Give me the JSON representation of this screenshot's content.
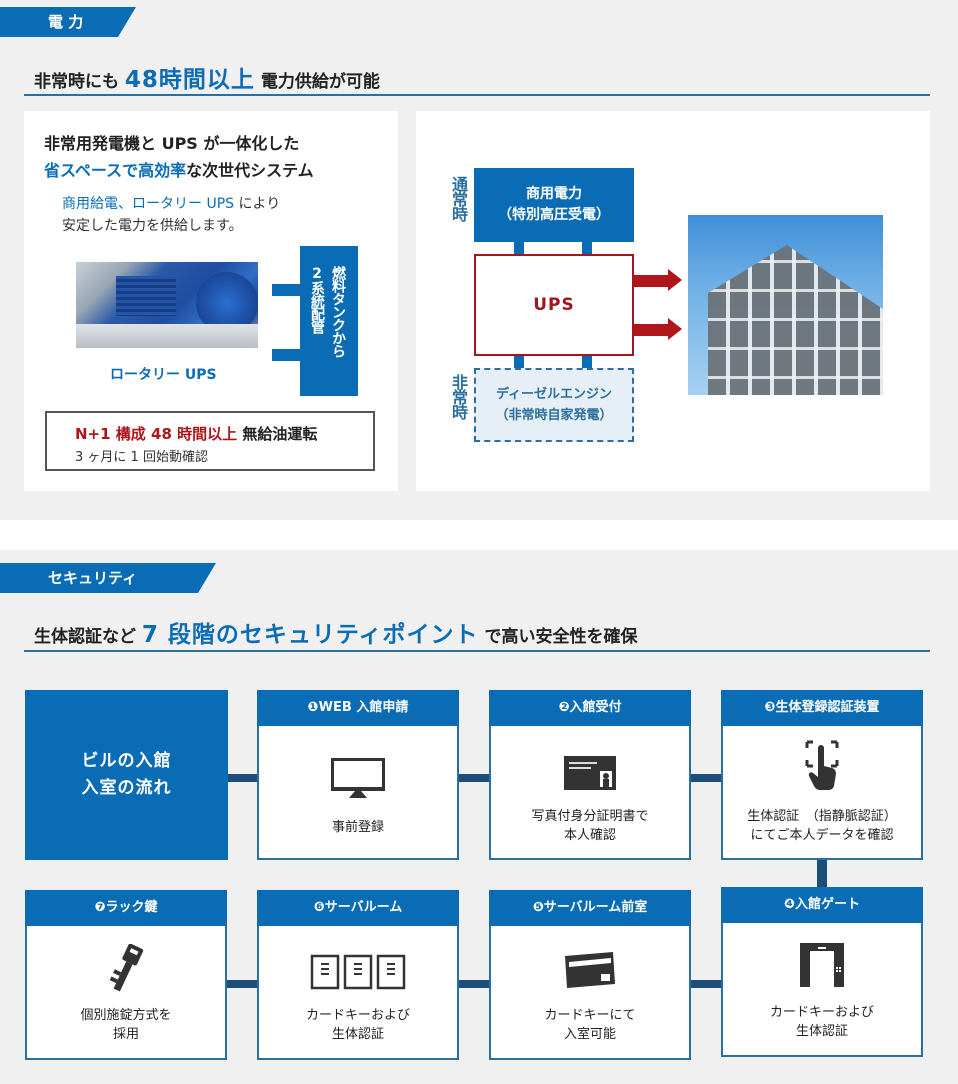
{
  "power": {
    "tab_label": "電 力",
    "headline": {
      "pre": "非常時にも ",
      "highlight": "48時間以上",
      "post": " 電力供給が可能"
    },
    "left_panel": {
      "title_line1": "非常用発電機と UPS が一体化した",
      "title_line2_blue": "省スペースで高効率",
      "title_line2_rest": "な次世代システム",
      "sub_line1_blue": "商用給電、ロータリー UPS",
      "sub_line1_rest": " により",
      "sub_line2": "安定した電力を供給します。",
      "image_caption": "ロータリー UPS",
      "fuel_col1": "燃料タンクから",
      "fuel_col2": "2系統配管",
      "note_red": "N+1 構成 48 時間以上",
      "note_rest": " 無給油運転",
      "note_line2": "3 ヶ月に 1 回始動確認"
    },
    "diagram": {
      "normal_label": "通常時",
      "emergency_label": "非常時",
      "commercial_line1": "商用電力",
      "commercial_line2": "（特別高圧受電）",
      "ups_label": "UPS",
      "diesel_line1": "ディーゼルエンジン",
      "diesel_line2": "（非常時自家発電）"
    },
    "colors": {
      "brand_blue": "#0a6cb5",
      "accent_red": "#b0151c"
    }
  },
  "security": {
    "tab_label": "セキュリティ",
    "headline": {
      "pre": "生体認証など ",
      "highlight": "7 段階のセキュリティポイント",
      "post": " で高い安全性を確保"
    },
    "intro_line1": "ビルの入館",
    "intro_line2": "入室の流れ",
    "steps": [
      {
        "header": "❶WEB 入館申請",
        "icon": "monitor-icon",
        "line1": "事前登録",
        "line2": ""
      },
      {
        "header": "❷入館受付",
        "icon": "id-card-icon",
        "line1": "写真付身分証明書で",
        "line2": "本人確認"
      },
      {
        "header": "❸生体登録認証装置",
        "icon": "finger-scan-icon",
        "line1": "生体認証　（指静脈認証）",
        "line2": "にてご本人データを確認"
      },
      {
        "header": "❹入館ゲート",
        "icon": "gate-icon",
        "line1": "カードキーおよび",
        "line2": "生体認証"
      },
      {
        "header": "❺サーバルーム前室",
        "icon": "card-key-icon",
        "line1": "カードキーにて",
        "line2": "入室可能"
      },
      {
        "header": "❻サーバルーム",
        "icon": "server-racks-icon",
        "line1": "カードキーおよび",
        "line2": "生体認証"
      },
      {
        "header": "❼ラック鍵",
        "icon": "key-icon",
        "line1": "個別施錠方式を",
        "line2": "採用"
      }
    ]
  }
}
